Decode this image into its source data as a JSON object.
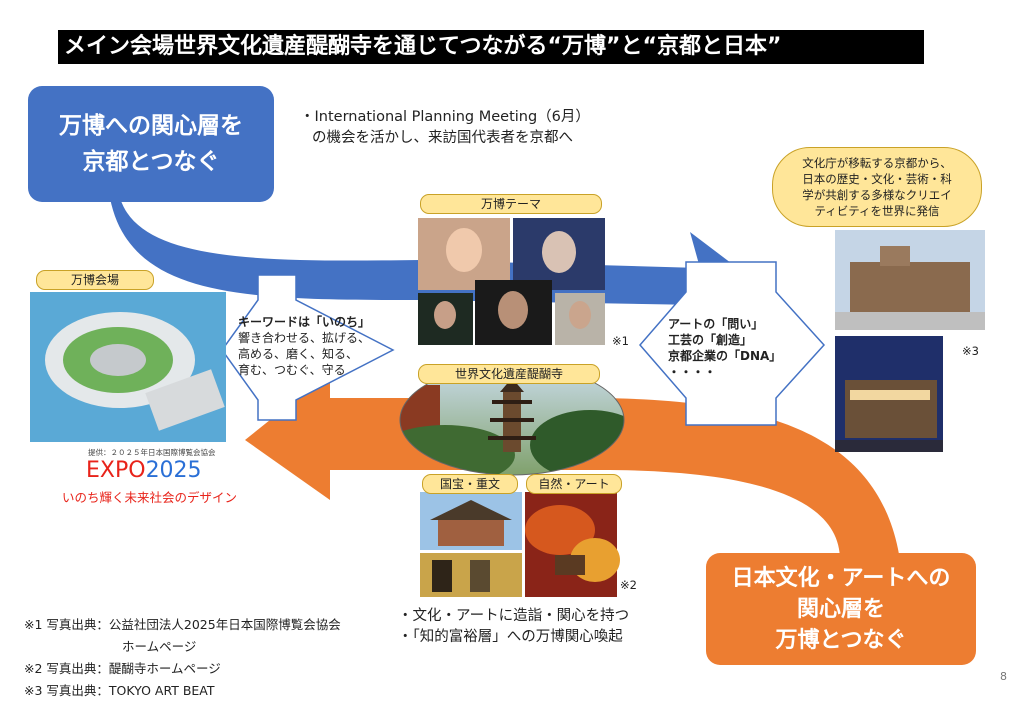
{
  "title": "メイン会場世界文化遺産醍醐寺を通じてつながる“万博”と“京都と日本”",
  "blue_box": {
    "line1": "万博への関心層を",
    "line2": "京都とつなぐ"
  },
  "orange_box": {
    "line1": "日本文化・アートへの",
    "line2": "関心層を",
    "line3": "万博とつなぐ"
  },
  "meeting_note": {
    "line1": "・International Planning Meeting（6月）",
    "line2": "の機会を活かし、来訪国代表者を京都へ"
  },
  "bunkacho_bubble": {
    "line1": "文化庁が移転する京都から、",
    "line2": "日本の歴史・文化・芸術・科",
    "line3": "学が共創する多様なクリエイ",
    "line4": "ティビティを世界に発信"
  },
  "tags": {
    "expo_venue": "万博会場",
    "expo_theme": "万博テーマ",
    "daigoji": "世界文化遺産醍醐寺",
    "kokuho": "国宝・重文",
    "shizen": "自然・アート"
  },
  "keyword": {
    "heading": "キーワードは「いのち」",
    "line1": "響き合わせる、拡げる、",
    "line2": "高める、磨く、知る、",
    "line3": "育む、つむぐ、守る"
  },
  "art_points": {
    "line1": "アートの「問い」",
    "line2": "工芸の「創造」",
    "line3": "京都企業の「DNA」",
    "line4": "・・・・"
  },
  "expo_logo": {
    "expo": "EXPO",
    "year": "2025",
    "tagline": "いのち輝く未来社会のデザイン",
    "credit": "提供：２０２５年日本国際博覧会協会"
  },
  "marks": {
    "m1": "※1",
    "m2": "※2",
    "m3": "※3"
  },
  "interest": {
    "line1": "・文化・アートに造詣・関心を持つ",
    "line2": "・「知的富裕層」への万博関心喚起"
  },
  "footnotes": {
    "f1a": "※1 写真出典：公益社団法人2025年日本国際博覧会協会",
    "f1b": "ホームページ",
    "f2": "※2 写真出典：醍醐寺ホームページ",
    "f3": "※3 写真出典：TOKYO ART BEAT"
  },
  "page_number": "8",
  "colors": {
    "blue": "#4472c4",
    "orange": "#ed7d31",
    "tag_fill": "#ffe699",
    "title_bg": "#000000",
    "expo_blue": "#2a6fd6",
    "expo_red": "#e8231a"
  }
}
